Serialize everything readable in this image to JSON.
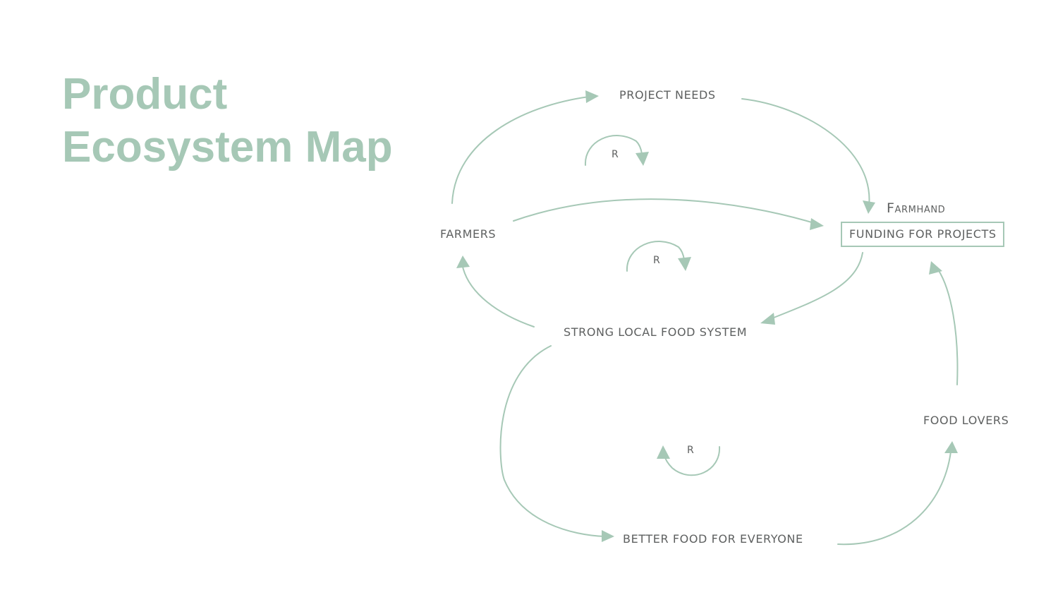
{
  "title": {
    "line1": "Product",
    "line2": "Ecosystem Map"
  },
  "diagram": {
    "nodes": {
      "project_needs": "PROJECT NEEDS",
      "farmers": "FARMERS",
      "farmhand_brand": "Farmhand",
      "funding": "FUNDING FOR PROJECTS",
      "local_food": "STRONG  LOCAL FOOD SYSTEM",
      "food_lovers": "FOOD LOVERS",
      "better_food": "BETTER FOOD FOR EVERYONE"
    },
    "loops": {
      "loop1": "R",
      "loop2": "R",
      "loop3": "R"
    }
  },
  "colors": {
    "accent": "#a6c8b6",
    "text": "#5e6060",
    "background": "#ffffff"
  }
}
